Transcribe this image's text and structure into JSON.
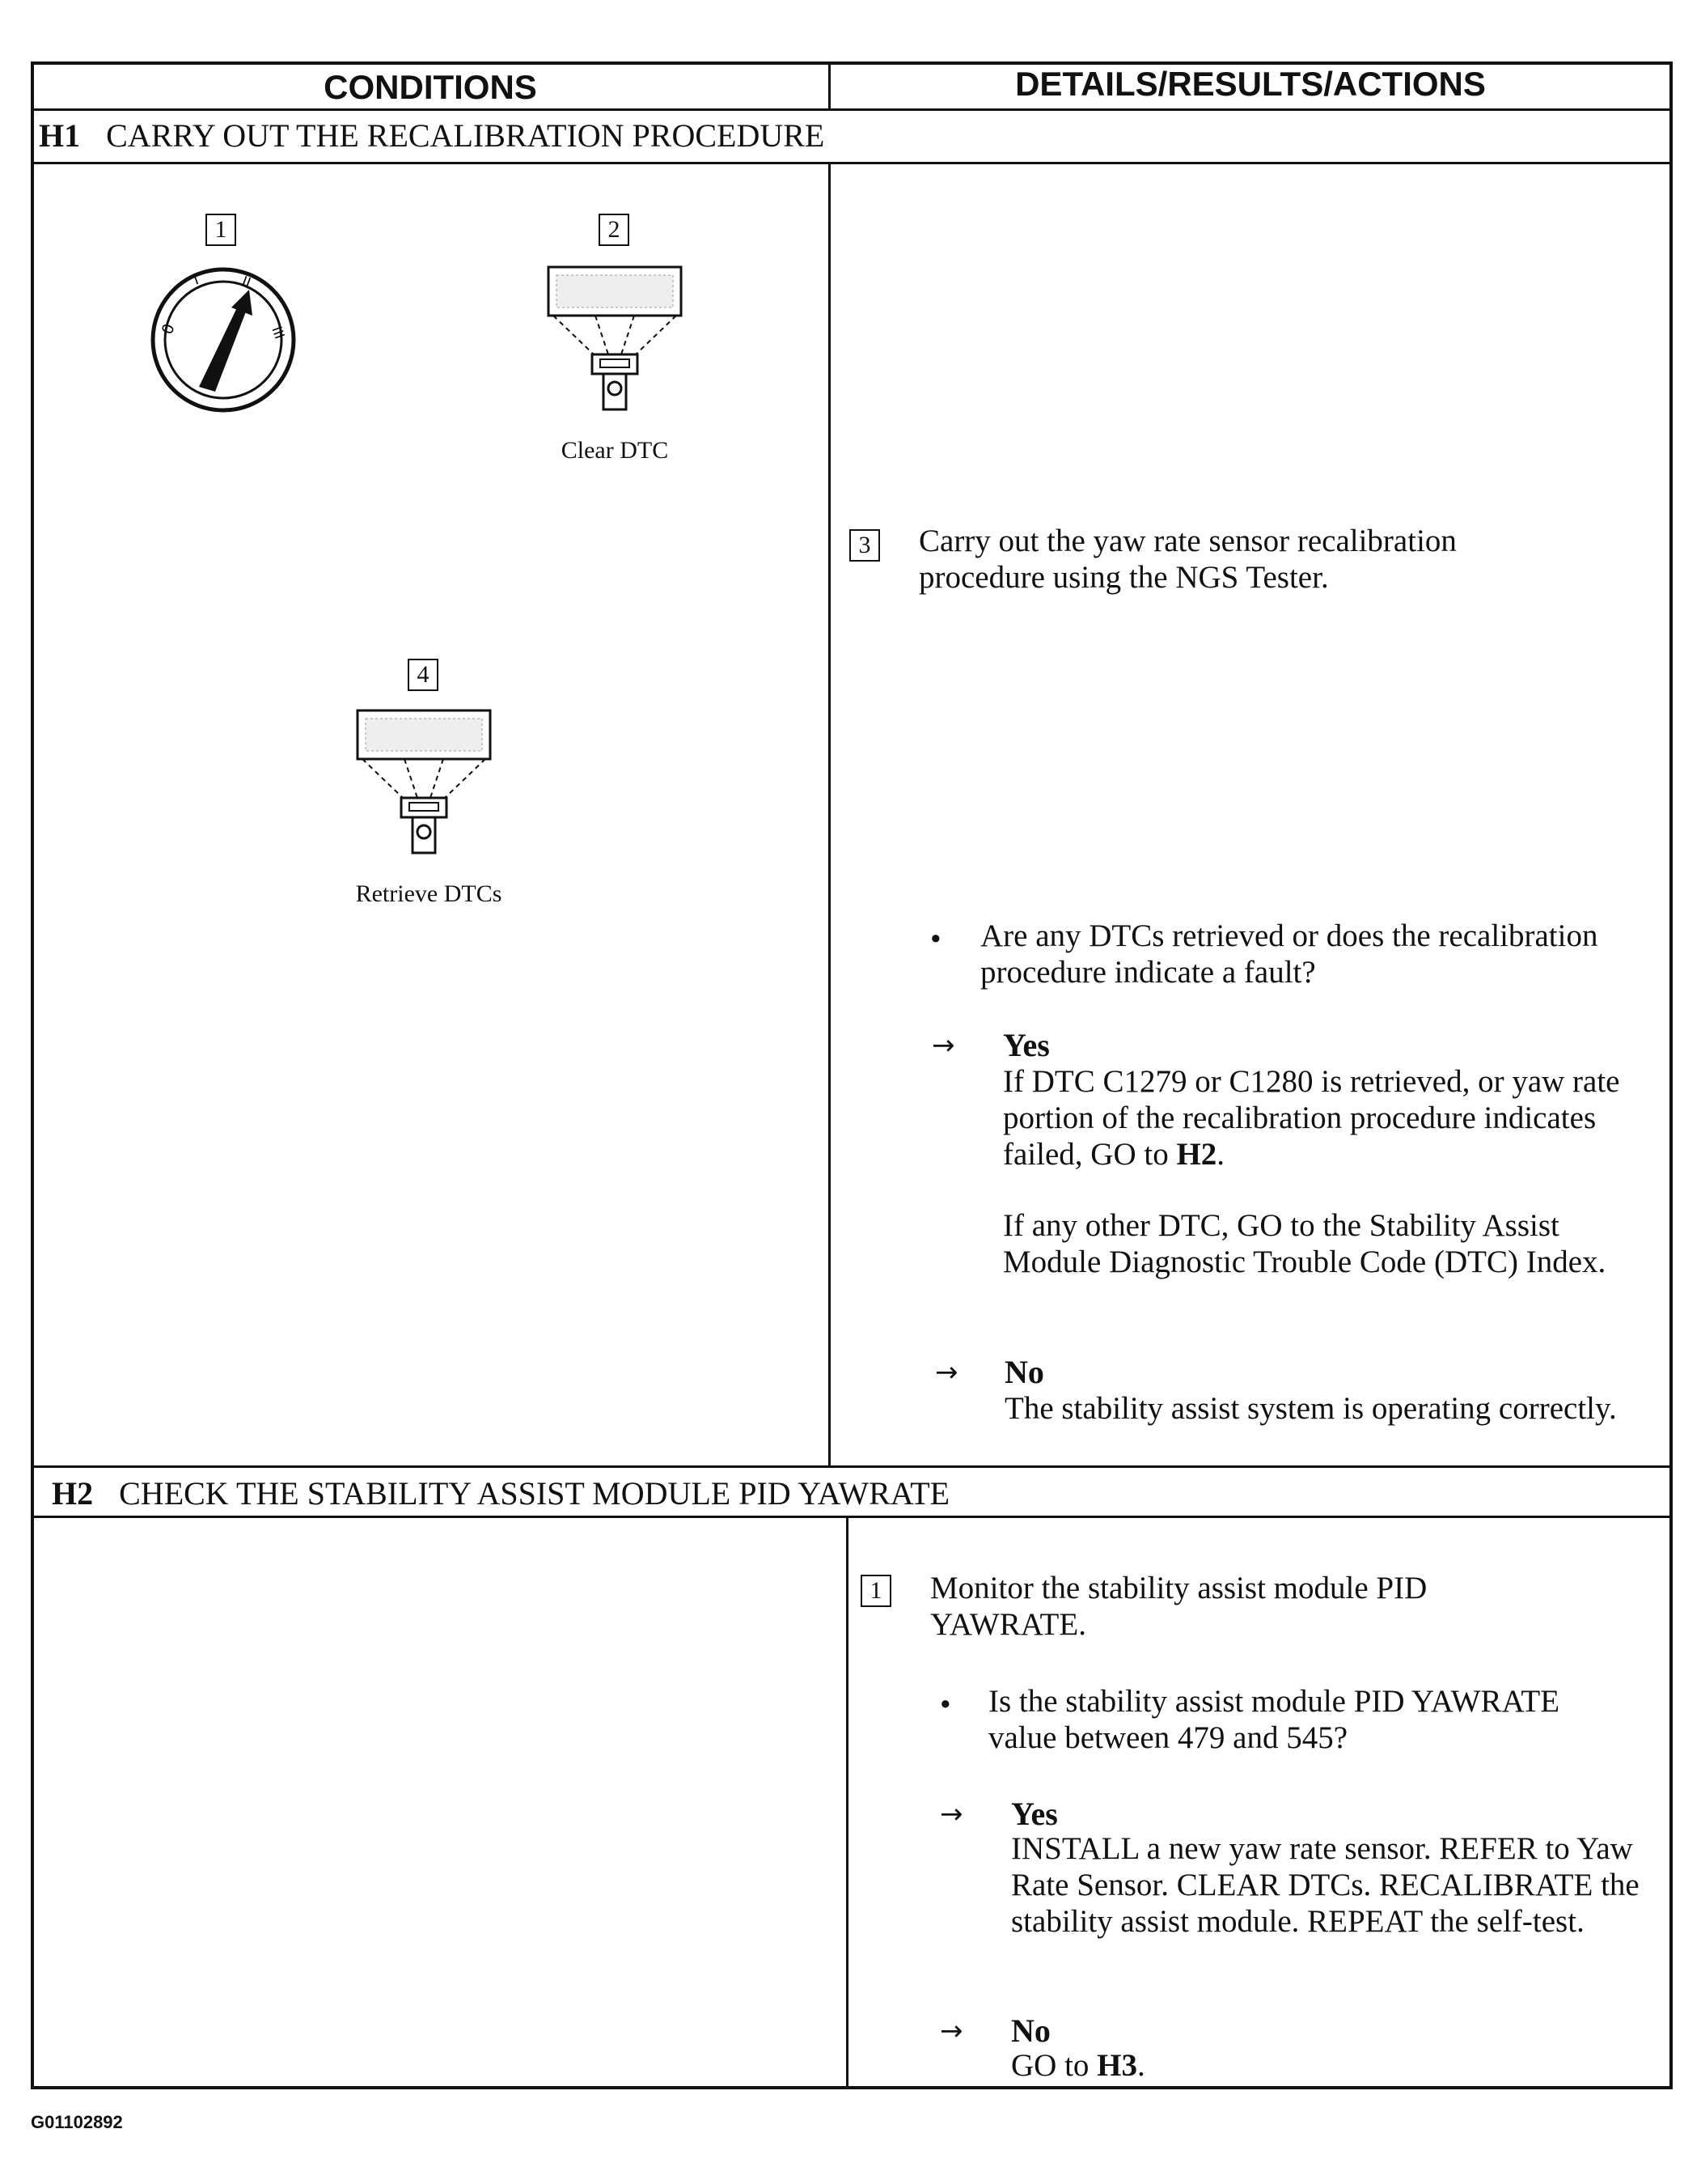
{
  "headers": {
    "conditions": "CONDITIONS",
    "details": "DETAILS/RESULTS/ACTIONS"
  },
  "h1": {
    "id": "H1",
    "title": "CARRY OUT THE RECALIBRATION PROCEDURE",
    "fig_steps": [
      "1",
      "2",
      "4"
    ],
    "captions": {
      "clear": "Clear DTC",
      "retrieve": "Retrieve DTCs"
    },
    "step3": {
      "num": "3",
      "text": "Carry out the yaw rate sensor recalibration procedure using the NGS Tester."
    },
    "question": "Are any DTCs retrieved or does the recalibration procedure indicate a fault?",
    "yes_label": "Yes",
    "yes_text_1_pre": "If DTC C1279 or C1280 is retrieved, or yaw rate portion of the recalibration procedure indicates failed, GO to ",
    "yes_text_1_ref": "H2",
    "yes_text_2": "If any other DTC, GO to the Stability Assist Module Diagnostic Trouble Code (DTC) Index.",
    "no_label": "No",
    "no_text": "The stability assist system is operating correctly."
  },
  "h2": {
    "id": "H2",
    "title": "CHECK THE STABILITY ASSIST MODULE PID YAWRATE",
    "step1": {
      "num": "1",
      "text": "Monitor the stability assist module PID YAWRATE."
    },
    "question": "Is the stability assist module PID YAWRATE value between 479 and 545?",
    "yes_label": "Yes",
    "yes_text": "INSTALL a new yaw rate sensor. REFER to Yaw Rate Sensor. CLEAR DTCs. RECALIBRATE the stability assist module. REPEAT the self-test.",
    "no_label": "No",
    "no_text_pre": "GO to ",
    "no_text_ref": "H3"
  },
  "symbols": {
    "bullet": "•",
    "arrow": "→",
    "period": "."
  },
  "icons": [
    "ignition-switch-icon",
    "ngs-tester-icon"
  ],
  "footer": {
    "figure_id": "G01102892"
  }
}
